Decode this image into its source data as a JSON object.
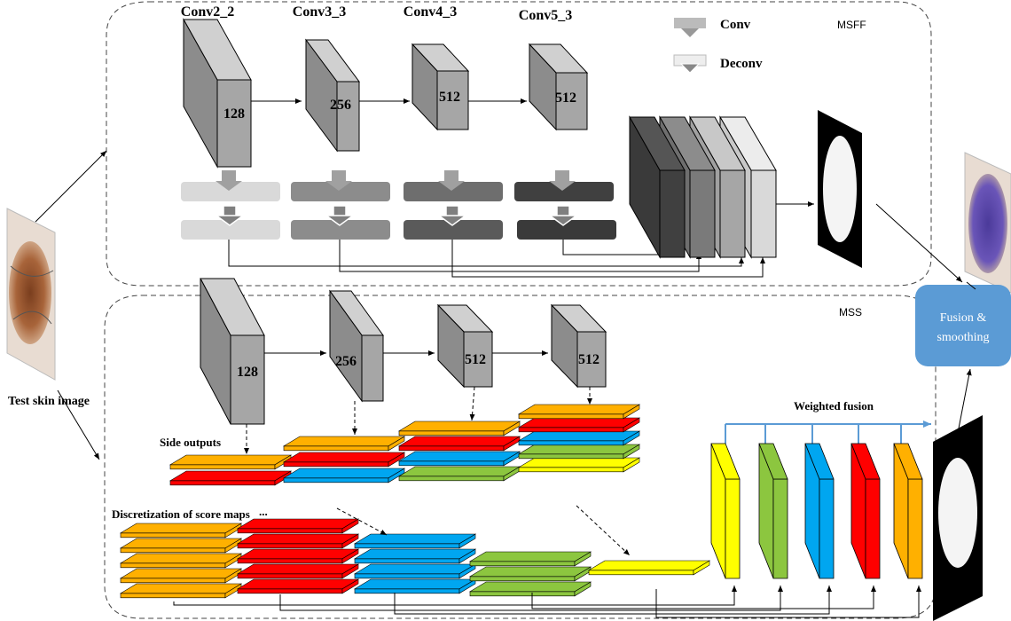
{
  "test_image_label": "Test skin image",
  "msff": {
    "label": "MSFF",
    "stages": [
      "Conv2_2",
      "Conv3_3",
      "Conv4_3",
      "Conv5_3"
    ],
    "channels": [
      "128",
      "256",
      "512",
      "512"
    ]
  },
  "legend": {
    "conv": "Conv",
    "deconv": "Deconv"
  },
  "mss": {
    "label": "MSS",
    "channels": [
      "128",
      "256",
      "512",
      "512"
    ],
    "side_outputs": "Side outputs",
    "discretization": "Discretization of score maps",
    "ellipsis": "...",
    "weighted_fusion": "Weighted fusion"
  },
  "fusion_box": {
    "line1": "Fusion &",
    "line2": "smoothing"
  },
  "colors": {
    "orange": "#ffb000",
    "red": "#ff0000",
    "blue": "#00a6f0",
    "green": "#8cc63f",
    "yellow": "#ffff00",
    "gray_block": "#a6a6a6",
    "fusion_box": "#5b9bd5"
  }
}
